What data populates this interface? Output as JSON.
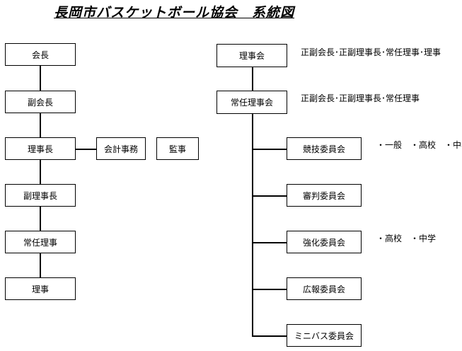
{
  "title": "長岡市バスケットボール協会　系統図",
  "left_column": [
    "会長",
    "副会長",
    "理事長",
    "副理事長",
    "常任理事",
    "理事"
  ],
  "side_boxes": [
    "会計事務",
    "監事"
  ],
  "right_column": [
    "理事会",
    "常任理事会"
  ],
  "committees": [
    "競技委員会",
    "審判委員会",
    "強化委員会",
    "広報委員会",
    "ミニバス委員会"
  ],
  "notes": {
    "board": "正副会長･正副理事長･常任理事･理事",
    "standing_board": "正副会長･正副理事長･常任理事",
    "competition": "・一般　・高校　・中学",
    "strengthening": "・高校　・中学"
  },
  "colors": {
    "line": "#000000",
    "background": "#ffffff"
  }
}
